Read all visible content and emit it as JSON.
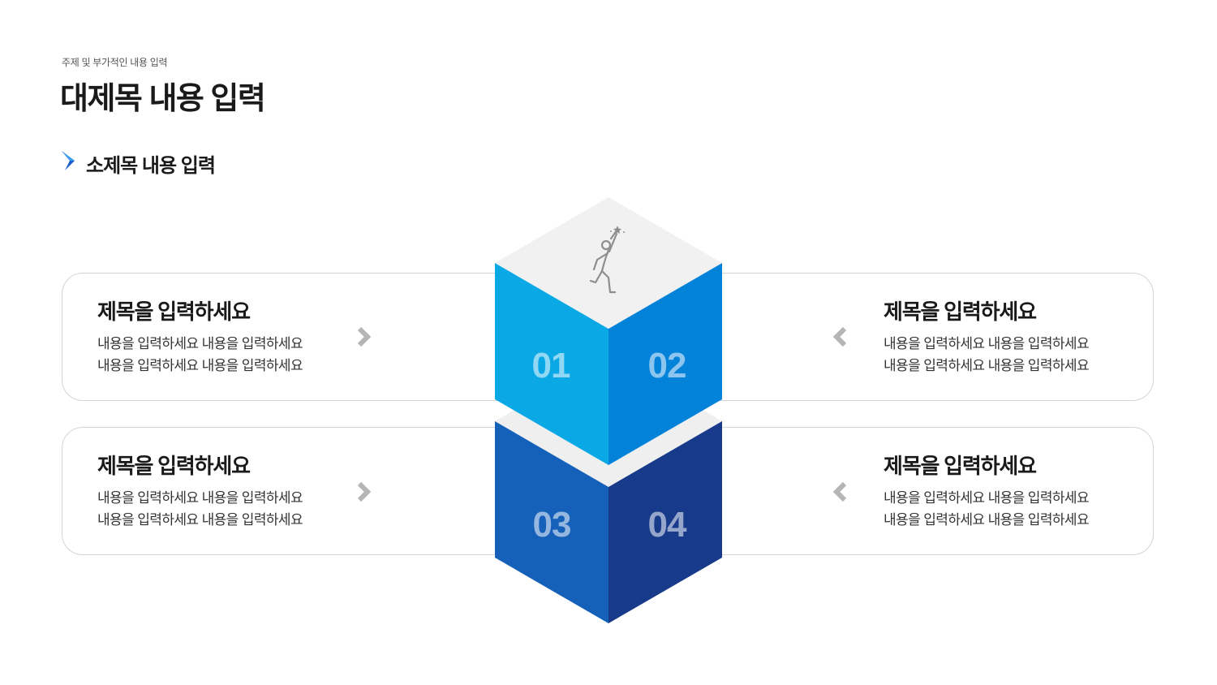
{
  "header": {
    "subtitle": "주제 및 부가적인 내용 입력",
    "title": "대제목 내용 입력",
    "section_title": "소제목 내용 입력"
  },
  "items": [
    {
      "number": "01",
      "title": "제목을 입력하세요",
      "body": "내용을 입력하세요 내용을 입력하세요\n내용을 입력하세요 내용을 입력하세요"
    },
    {
      "number": "02",
      "title": "제목을 입력하세요",
      "body": "내용을 입력하세요 내용을 입력하세요\n내용을 입력하세요 내용을 입력하세요"
    },
    {
      "number": "03",
      "title": "제목을 입력하세요",
      "body": "내용을 입력하세요 내용을 입력하세요\n내용을 입력하세요 내용을 입력하세요"
    },
    {
      "number": "04",
      "title": "제목을 입력하세요",
      "body": "내용을 입력하세요 내용을 입력하세요\n내용을 입력하세요 내용을 입력하세요"
    }
  ],
  "icons": {
    "top": "person-reaching-star-icon",
    "marker": "chevron-right-icon",
    "arrows": "chevron-icon"
  },
  "colors": {
    "face_01": "#0aa9e6",
    "face_02": "#0282d9",
    "face_03": "#1560b8",
    "face_04": "#183a8a",
    "top_face": "#f1f1f1",
    "arrow": "#b5b5b5",
    "marker": "#1a5fc9"
  }
}
